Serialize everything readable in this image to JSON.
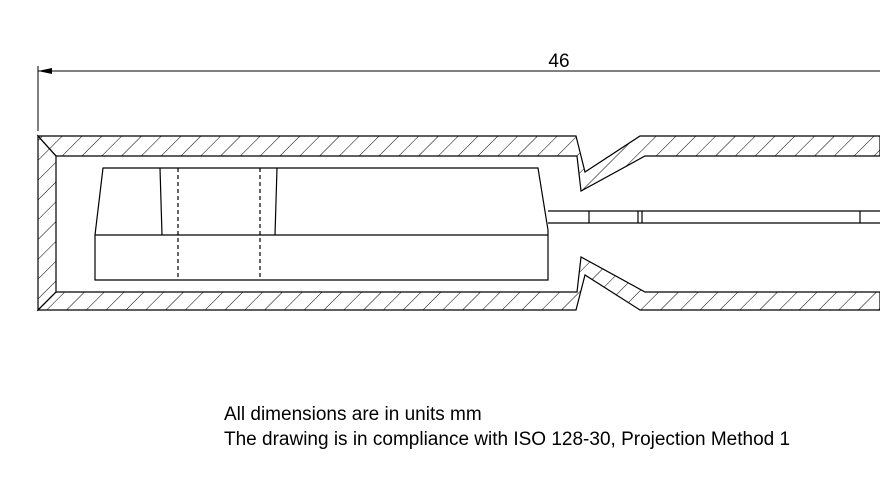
{
  "drawing": {
    "dimension_label": "46",
    "line_color": "#000000",
    "background_color": "#ffffff"
  },
  "notes": {
    "units": "All dimensions are in units mm",
    "compliance": "The drawing is in compliance with ISO 128-30, Projection Method 1"
  }
}
